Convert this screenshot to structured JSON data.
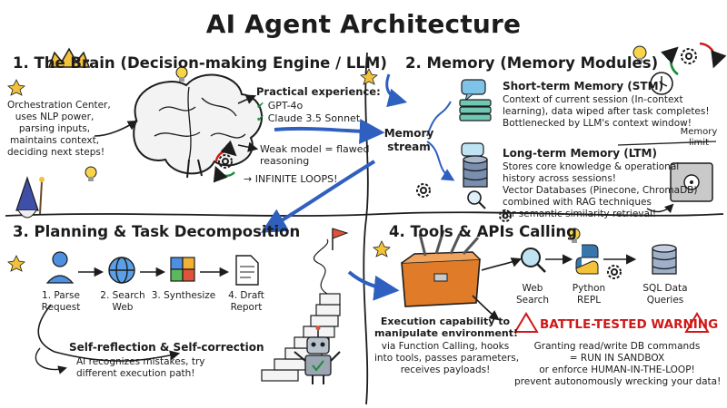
{
  "title": "AI Agent Architecture",
  "brain": {
    "heading": "1. The Brain (Decision-making Engine / LLM)",
    "orchestration": [
      "Orchestration Center,",
      "uses NLP power,",
      "parsing inputs,",
      "maintains context,",
      "deciding next steps!"
    ],
    "practical_title": "Practical experience:",
    "models": [
      "GPT-4o",
      "Claude 3.5 Sonnet"
    ],
    "weak_model": [
      "Weak model = flawed",
      "reasoning"
    ],
    "loops": "→ INFINITE LOOPS!"
  },
  "memory": {
    "heading": "2. Memory (Memory Modules)",
    "stream": [
      "Memory",
      "stream"
    ],
    "stm_title": "Short-term Memory (STM)",
    "stm_desc": [
      "Context of current session (In-context",
      "learning), data wiped after task completes!",
      "Bottlenecked by LLM's context window!"
    ],
    "limit": [
      "Memory",
      "limit"
    ],
    "ltm_title": "Long-term Memory (LTM)",
    "ltm_desc": [
      "Stores core knowledge & operational",
      "history across sessions!",
      "Vector Databases (Pinecone, ChromaDB)",
      "combined with RAG techniques",
      "for semantic similarity retrieval!"
    ]
  },
  "planning": {
    "heading": "3. Planning & Task Decomposition",
    "steps": [
      {
        "label": [
          "1. Parse",
          "Request"
        ],
        "icon": "person-icon"
      },
      {
        "label": [
          "2. Search",
          "Web"
        ],
        "icon": "globe-icon"
      },
      {
        "label": [
          "3. Synthesize",
          ""
        ],
        "icon": "puzzle-icon"
      },
      {
        "label": [
          "4. Draft",
          "Report"
        ],
        "icon": "document-icon"
      }
    ],
    "reflection_title": "Self-reflection & Self-correction",
    "reflection_desc": [
      "AI recognizes mistakes, try",
      "different execution path!"
    ]
  },
  "tools": {
    "heading": "4. Tools & APIs Calling",
    "items": [
      {
        "label": [
          "Web",
          "Search"
        ],
        "icon": "magnifier-icon"
      },
      {
        "label": [
          "Python",
          "REPL"
        ],
        "icon": "python-icon"
      },
      {
        "label": [
          "SQL Data",
          "Queries"
        ],
        "icon": "database-icon"
      }
    ],
    "exec_title": [
      "Execution capability to",
      "manipulate environment!"
    ],
    "exec_desc": [
      "via Function Calling, hooks",
      "into tools, passes parameters,",
      "receives payloads!"
    ],
    "warning_title": "BATTLE-TESTED WARNING",
    "warning_desc": [
      "Granting read/write DB commands",
      "= RUN IN SANDBOX",
      "or enforce HUMAN-IN-THE-LOOP!",
      "prevent autonomously wrecking your data!"
    ]
  },
  "colors": {
    "accent_blue": "#2f5fbf",
    "warning_red": "#d01818",
    "box_orange": "#e07b2a",
    "check_green": "#1c8a3a"
  }
}
